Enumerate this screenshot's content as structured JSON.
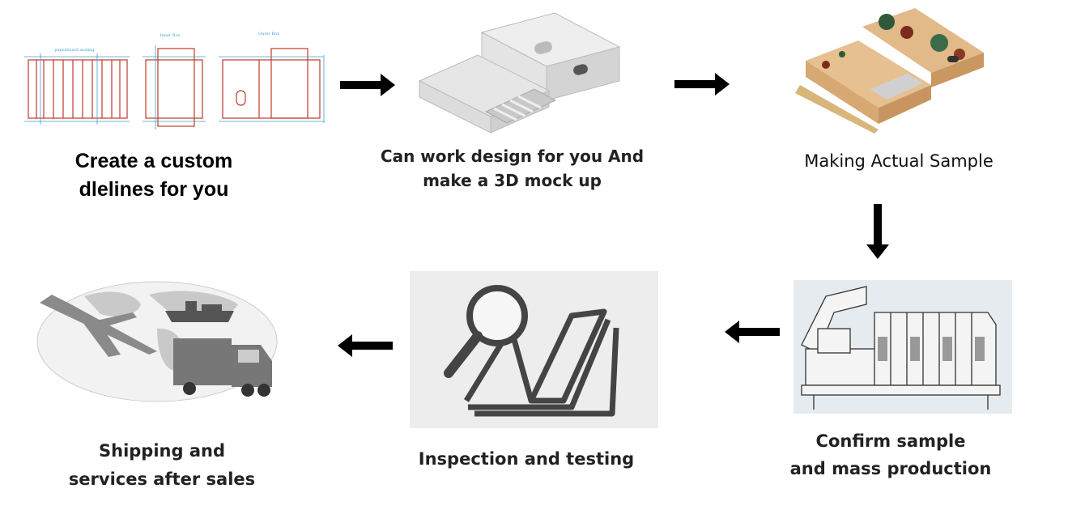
{
  "steps": [
    {
      "id": "dielines",
      "line1": "Create a custom",
      "line2": "dlelines for you",
      "drawing_labels": {
        "panel1": "paperboard sealing",
        "panel2": "Inner Box",
        "panel3": "Outer Box"
      }
    },
    {
      "id": "mockup",
      "line1": "Can work design for you And",
      "line2": "make a 3D mock up"
    },
    {
      "id": "sample",
      "line1": "Making Actual Sample"
    },
    {
      "id": "production",
      "line1": "Confirm sample",
      "line2": "and mass production"
    },
    {
      "id": "inspection",
      "line1": "Inspection and testing"
    },
    {
      "id": "shipping",
      "line1": "Shipping and",
      "line2": "services after sales"
    }
  ],
  "colors": {
    "dieline_red": "#c0392b",
    "dieline_blue": "#3aa0d8",
    "arrow": "#000000",
    "caption": "#222222",
    "mockup_gray": "#d9d9d9",
    "kraft": "#d9a870"
  },
  "icons": [
    "right-arrow-icon",
    "down-arrow-icon",
    "left-arrow-icon",
    "magnifier-book-icon",
    "printing-press-icon",
    "plane-ship-truck-icon"
  ]
}
